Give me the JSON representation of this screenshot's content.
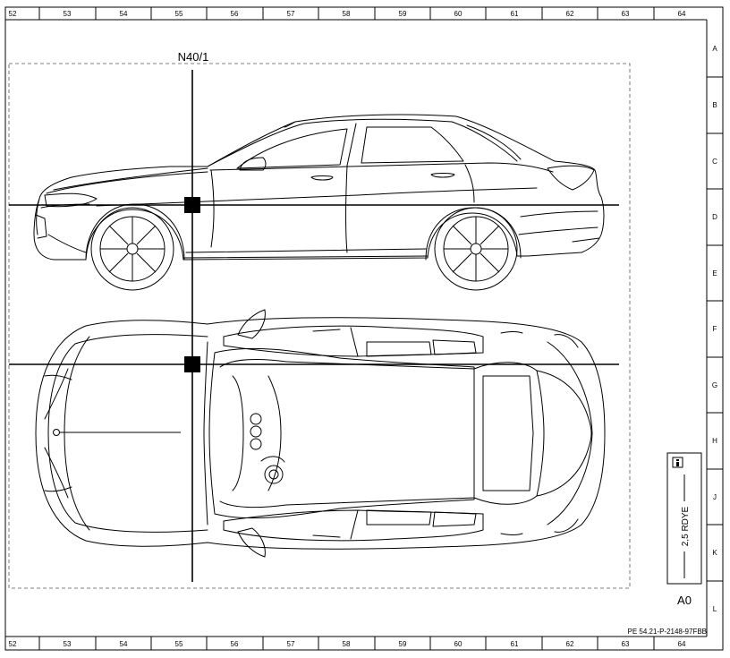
{
  "frame": {
    "columns": [
      "52",
      "53",
      "54",
      "55",
      "56",
      "57",
      "58",
      "59",
      "60",
      "61",
      "62",
      "63",
      "64"
    ],
    "rows": [
      "A",
      "B",
      "C",
      "D",
      "E",
      "F",
      "G",
      "H",
      "J",
      "K",
      "L"
    ]
  },
  "component": {
    "label": "N40/1"
  },
  "wire_box": {
    "wire_label": "2,5 RDYE",
    "info_icon": "info-icon"
  },
  "connector": {
    "label": "A0"
  },
  "document_id": "PE 54.21-P-2148-97FBB"
}
